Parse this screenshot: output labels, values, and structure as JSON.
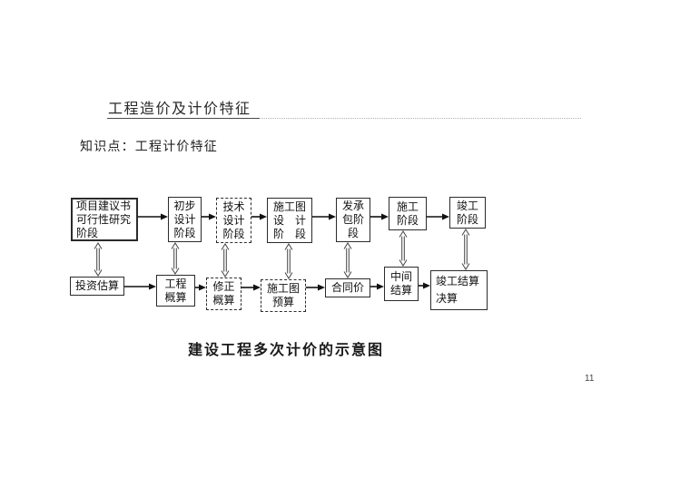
{
  "page": {
    "title": "工程造价及计价特征",
    "knowledge_point": "知识点：工程计价特征",
    "caption": "建设工程多次计价的示意图",
    "page_number": "11"
  },
  "diagram": {
    "top_row": [
      {
        "label": "项目建议书\n可行性研究\n阶段",
        "border": "solid"
      },
      {
        "label": "初步\n设计\n阶段",
        "border": "solid"
      },
      {
        "label": "技术\n设计\n阶段",
        "border": "dashed"
      },
      {
        "label": "施工图\n设　计\n阶　段",
        "border": "solid"
      },
      {
        "label": "发承\n包阶\n段",
        "border": "solid"
      },
      {
        "label": "施工\n阶段",
        "border": "solid"
      },
      {
        "label": "竣工\n阶段",
        "border": "solid"
      }
    ],
    "bottom_row": [
      {
        "label": "投资估算",
        "border": "solid"
      },
      {
        "label": "工程\n概算",
        "border": "solid"
      },
      {
        "label": "修正\n概算",
        "border": "dashed"
      },
      {
        "label": "施工图\n预算",
        "border": "dashed"
      },
      {
        "label": "合同价",
        "border": "solid"
      },
      {
        "label": "中间\n结算",
        "border": "solid"
      },
      {
        "label": "竣工结算\n决算",
        "border": "solid"
      }
    ],
    "connectors": {
      "horizontal": "solid-filled-right-arrow",
      "vertical": "double-headed-open-arrow"
    }
  },
  "colors": {
    "ink": "#1f1f1f",
    "box_border": "#2b2b2b",
    "dotted_rule": "#b0b0b0",
    "background": "#ffffff"
  }
}
